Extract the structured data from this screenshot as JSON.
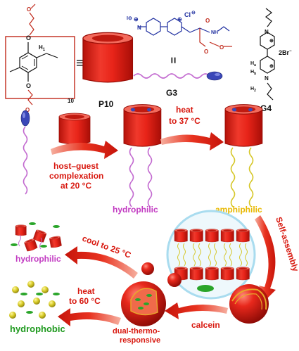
{
  "labels": {
    "p10": "P10",
    "g3": "G3",
    "g4": "G4",
    "equals": "≡",
    "repeat": "10",
    "h1": "H",
    "h1_sub": "1",
    "ha": "H",
    "ha_sub": "a",
    "hb": "H",
    "hb_sub": "b",
    "h2": "H",
    "h2_sub": "2",
    "br": "2Br",
    "br_sup": "−",
    "cl": "Cl",
    "plus": "⊕",
    "n": "N",
    "host_guest_1": "host–guest",
    "host_guest_2": "complexation",
    "host_guest_3": "at 20 °C",
    "heat37_1": "heat",
    "heat37_2": "to 37 °C",
    "hydrophilic_mid": "hydrophilic",
    "amphiphilic": "amphiphilic",
    "self_assembly": "Self-assembly",
    "cool_1": "cool to 25 °C",
    "hydrophilic_left": "hydrophilic",
    "heat60_1": "heat",
    "heat60_2": "to 60 °C",
    "hydrophobic": "hydrophobic",
    "calcein": "calcein",
    "dual_1": "dual-thermo-",
    "dual_2": "responsive"
  },
  "colors": {
    "red_barrel": "#e8241c",
    "red_dark": "#b3100a",
    "arrow_red": "#d8180f",
    "blue_guest": "#3a47b8",
    "pink_text": "#c23bc2",
    "pink_chain": "#c36bd0",
    "yellow_text": "#e8b800",
    "yellow_chain": "#d6c72a",
    "green_text": "#1f9a1f",
    "green_calcein": "#2aa52a",
    "lightblue_circle": "#a9dcef",
    "ring_gold": "#e7a92a"
  }
}
